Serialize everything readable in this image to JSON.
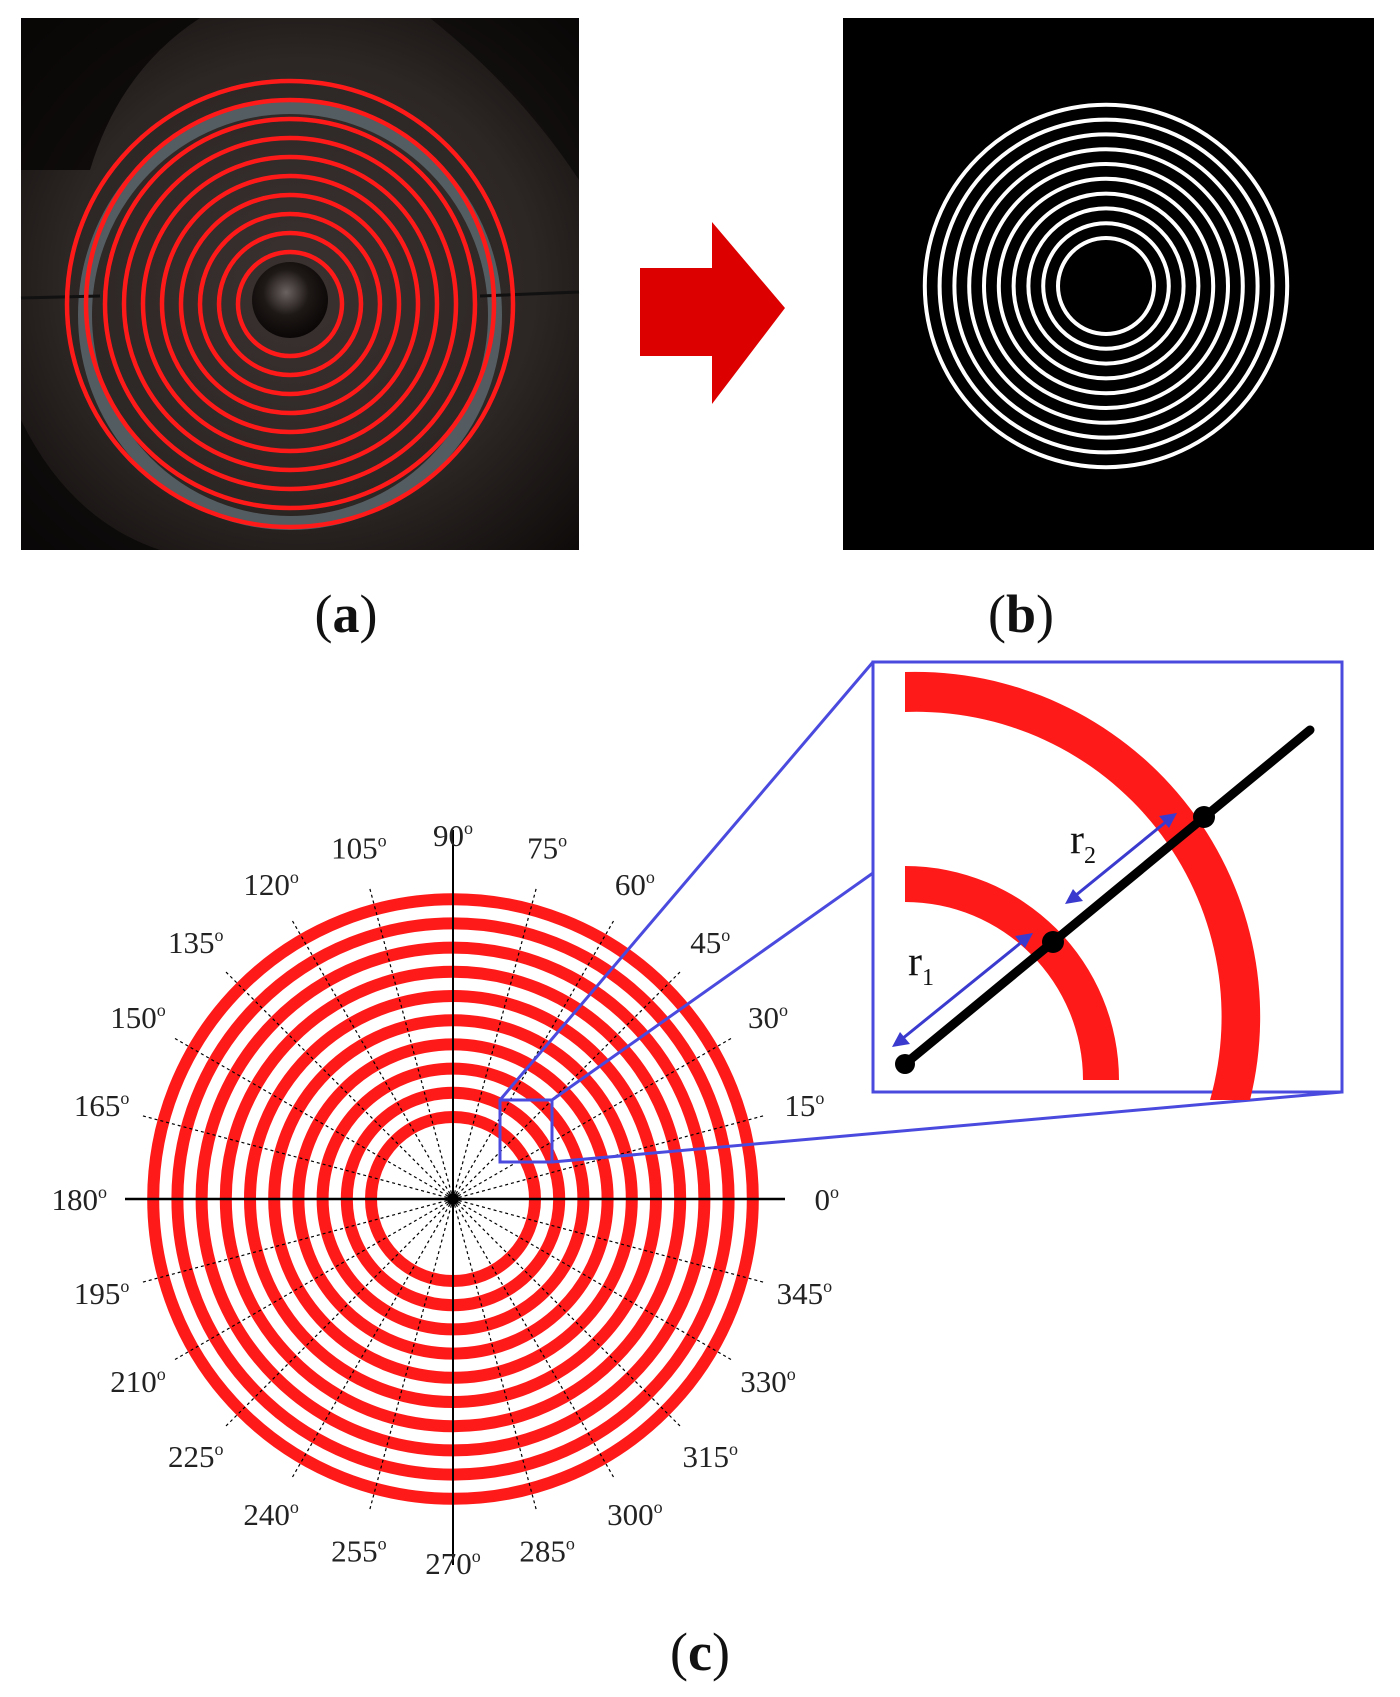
{
  "panels": {
    "a": {
      "label": "(a)",
      "letter": "a"
    },
    "b": {
      "label": "(b)",
      "letter": "b"
    },
    "c": {
      "label": "(c)",
      "letter": "c"
    }
  },
  "angles": [
    "0°",
    "15°",
    "30°",
    "45°",
    "60°",
    "75°",
    "90°",
    "105°",
    "120°",
    "135°",
    "150°",
    "165°",
    "180°",
    "195°",
    "210°",
    "225°",
    "240°",
    "255°",
    "270°",
    "285°",
    "300°",
    "315°",
    "330°",
    "345°"
  ],
  "angle_values": [
    0,
    15,
    30,
    45,
    60,
    75,
    90,
    105,
    120,
    135,
    150,
    165,
    180,
    195,
    210,
    225,
    240,
    255,
    270,
    285,
    300,
    315,
    330,
    345
  ],
  "degree_symbol": "o",
  "inset": {
    "r1_main": "r",
    "r1_sub": "1",
    "r2_main": "r",
    "r2_sub": "2"
  },
  "colors": {
    "ring_red": "#ff1a1a",
    "arrow_red": "#dd0000",
    "inset_border": "#4a4adf",
    "photo_bg": "#2a2422",
    "ring_white": "#ffffff"
  },
  "ring_count": 10
}
